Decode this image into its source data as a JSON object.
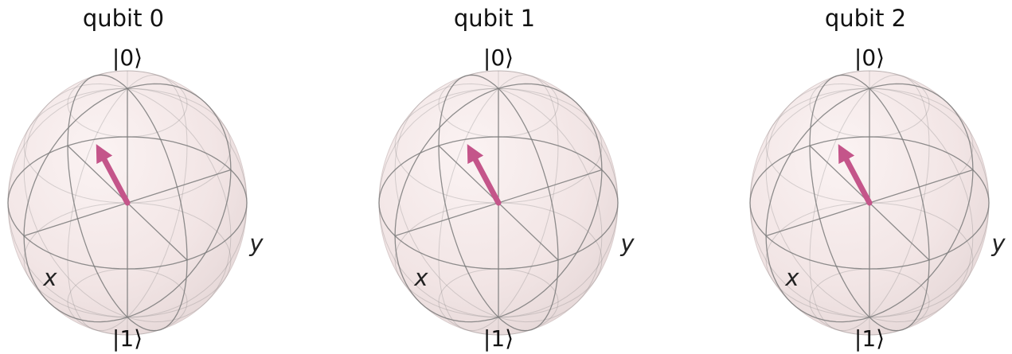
{
  "figure": {
    "background": "#ffffff",
    "sphere_fill": "#f4e7e7",
    "wire_color": "#7a7a7a",
    "vector_color": "#c4558a",
    "spheres": [
      {
        "title": "qubit 0",
        "north_label": "|0⟩",
        "south_label": "|1⟩",
        "x_label": "x",
        "y_label": "y"
      },
      {
        "title": "qubit 1",
        "north_label": "|0⟩",
        "south_label": "|1⟩",
        "x_label": "x",
        "y_label": "y"
      },
      {
        "title": "qubit 2",
        "north_label": "|0⟩",
        "south_label": "|1⟩",
        "x_label": "x",
        "y_label": "y"
      }
    ]
  }
}
